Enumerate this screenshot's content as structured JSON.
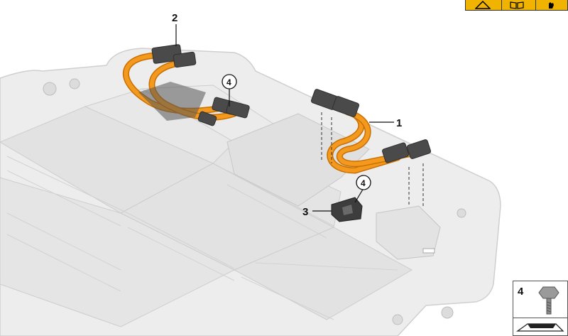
{
  "diagram": {
    "callouts": [
      {
        "id": "1",
        "label": "1"
      },
      {
        "id": "2",
        "label": "2"
      },
      {
        "id": "3",
        "label": "3"
      }
    ],
    "circled_refs": [
      {
        "id": "ref-4-top",
        "label": "4"
      },
      {
        "id": "ref-4-bottom",
        "label": "4"
      }
    ]
  },
  "legend_box": {
    "part_number": "4"
  },
  "warning_strip": {
    "icons": [
      "warning-triangle-icon",
      "manual-book-icon",
      "hand-protection-icon"
    ]
  },
  "colors": {
    "cable": "#f39a1e",
    "cable_shadow": "#c96f00",
    "connector": "#4a4a4a",
    "battery_fill": "#e6e6e6",
    "battery_line": "#c9c9c9",
    "warning": "#f0b400"
  }
}
